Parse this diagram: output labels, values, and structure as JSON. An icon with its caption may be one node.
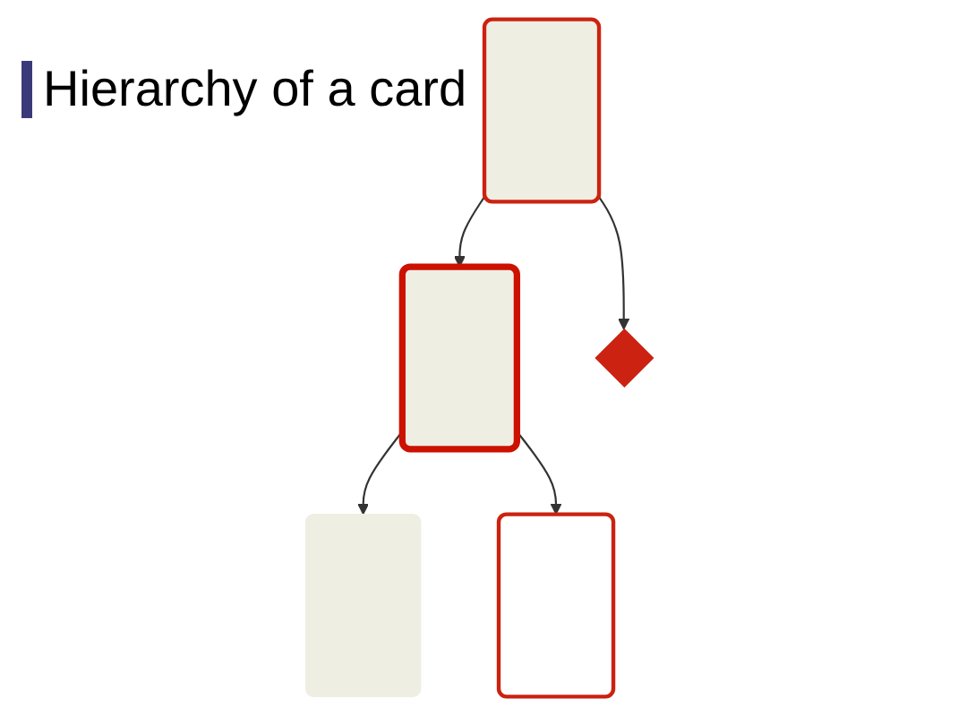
{
  "diagram": {
    "title": "Hierarchy of a card",
    "nodes": [
      {
        "text": [],
        "shape": "box"
      },
      {
        "text": [],
        "shape": "box"
      },
      {
        "text": [],
        "shape": "diamond"
      },
      {
        "text": [],
        "shape": "box"
      },
      {
        "text": [],
        "shape": "box"
      }
    ],
    "edges": [
      {
        "from": 0,
        "to": 1,
        "arrow": "to"
      },
      {
        "from": 0,
        "to": 2,
        "arrow": "to"
      },
      {
        "from": 1,
        "to": 3,
        "arrow": "to"
      },
      {
        "from": 1,
        "to": 4,
        "arrow": "to"
      }
    ]
  }
}
